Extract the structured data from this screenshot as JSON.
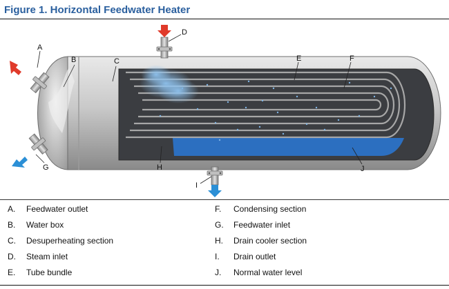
{
  "title": "Figure 1. Horizontal Feedwater Heater",
  "callouts": {
    "A": "A",
    "B": "B",
    "C": "C",
    "D": "D",
    "E": "E",
    "F": "F",
    "G": "G",
    "H": "H",
    "I": "I",
    "J": "J"
  },
  "legend": [
    {
      "key": "A.",
      "label": "Feedwater outlet"
    },
    {
      "key": "B.",
      "label": "Water box"
    },
    {
      "key": "C.",
      "label": "Desuperheating section"
    },
    {
      "key": "D.",
      "label": "Steam inlet"
    },
    {
      "key": "E.",
      "label": "Tube bundle"
    },
    {
      "key": "F.",
      "label": "Condensing section"
    },
    {
      "key": "G.",
      "label": "Feedwater inlet"
    },
    {
      "key": "H.",
      "label": "Drain cooler section"
    },
    {
      "key": "I.",
      "label": "Drain outlet"
    },
    {
      "key": "J.",
      "label": "Normal water level"
    }
  ],
  "colors": {
    "title": "#2a5f9e",
    "water": "#2c6fc0",
    "steam": "#7fb4e4",
    "outlet_arrow": "#e03a2a",
    "inlet_arrow": "#2b8fd6",
    "shell_dark": "#3b3d41"
  }
}
